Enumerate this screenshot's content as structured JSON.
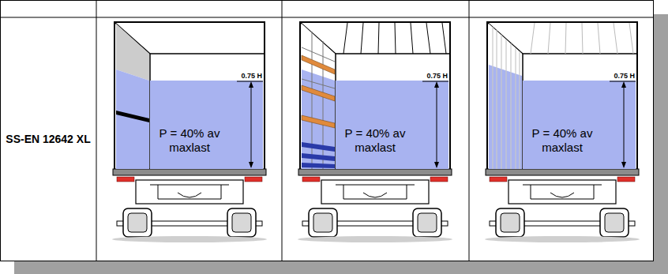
{
  "diagram": {
    "nodes": [
      {
        "text": [
          "P = 40% av maxlast"
        ]
      },
      {
        "text": [
          "P = 40% av maxlast"
        ]
      },
      {
        "text": [
          "P = 40% av maxlast"
        ]
      }
    ],
    "labels": [
      "SS-EN 12642 XL",
      "0.75 H",
      "0.75 H",
      "0.75 H"
    ]
  }
}
